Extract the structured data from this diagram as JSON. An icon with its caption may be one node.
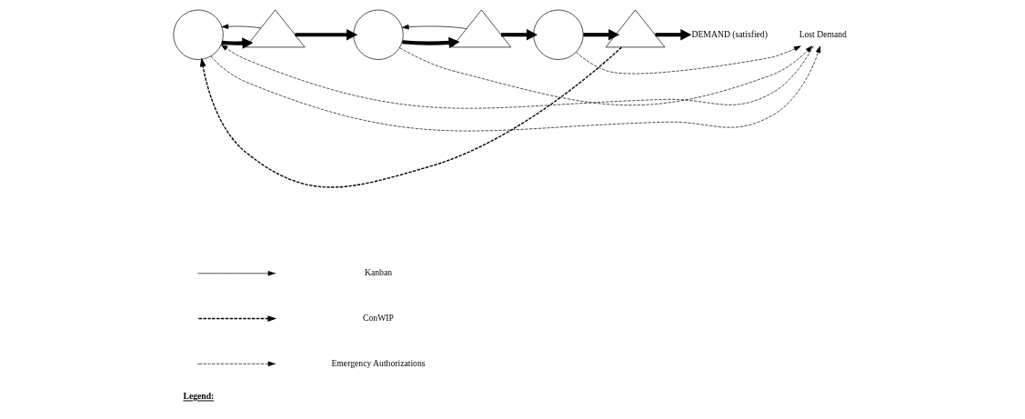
{
  "diagram": {
    "nodes": [
      {
        "text": [],
        "shape": "circle"
      },
      {
        "text": [],
        "shape": "triangle"
      },
      {
        "text": [],
        "shape": "circle"
      },
      {
        "text": [],
        "shape": "triangle"
      },
      {
        "text": [],
        "shape": "circle"
      },
      {
        "text": [],
        "shape": "triangle"
      },
      {
        "text": [
          "DEMAND (satisfied)"
        ]
      },
      {
        "text": [
          "Lost Demand"
        ]
      }
    ],
    "edges": [
      {
        "from": 0,
        "to": 1,
        "arrow": "to",
        "style": "thick"
      },
      {
        "from": 1,
        "to": 2,
        "arrow": "to",
        "style": "thick"
      },
      {
        "from": 2,
        "to": 3,
        "arrow": "to",
        "style": "thick"
      },
      {
        "from": 3,
        "to": 4,
        "arrow": "to",
        "style": "thick"
      },
      {
        "from": 4,
        "to": 5,
        "arrow": "to",
        "style": "thick"
      },
      {
        "from": 5,
        "to": 6,
        "arrow": "to",
        "style": "thick"
      },
      {
        "from": 1,
        "to": 0,
        "arrow": "to"
      },
      {
        "from": 3,
        "to": 2,
        "arrow": "to"
      },
      {
        "from": 5,
        "to": 0,
        "arrow": "to",
        "style": "dashed"
      },
      {
        "from": 0,
        "to": 7,
        "arrow": "to",
        "style": "dashed"
      },
      {
        "from": 2,
        "to": 7,
        "arrow": "to",
        "style": "dashed"
      },
      {
        "from": 4,
        "to": 7,
        "arrow": "to",
        "style": "dashed"
      },
      {
        "from": 7,
        "to": 0,
        "arrow": "to",
        "style": "dashed"
      }
    ],
    "labels": [
      "Legend:"
    ],
    "legend": [
      {
        "text": "Kanban"
      },
      {
        "text": "ConWIP"
      },
      {
        "text": "Emergency Authorizations"
      }
    ]
  }
}
